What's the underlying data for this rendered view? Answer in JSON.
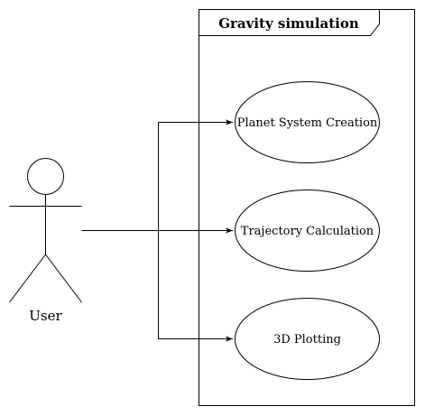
{
  "system": {
    "title": "Gravity simulation"
  },
  "actor": {
    "label": "User"
  },
  "use_cases": [
    {
      "label": "Planet System Creation"
    },
    {
      "label": "Trajectory Calculation"
    },
    {
      "label": "3D Plotting"
    }
  ],
  "colors": {
    "stroke": "#000000",
    "background": "#ffffff"
  }
}
